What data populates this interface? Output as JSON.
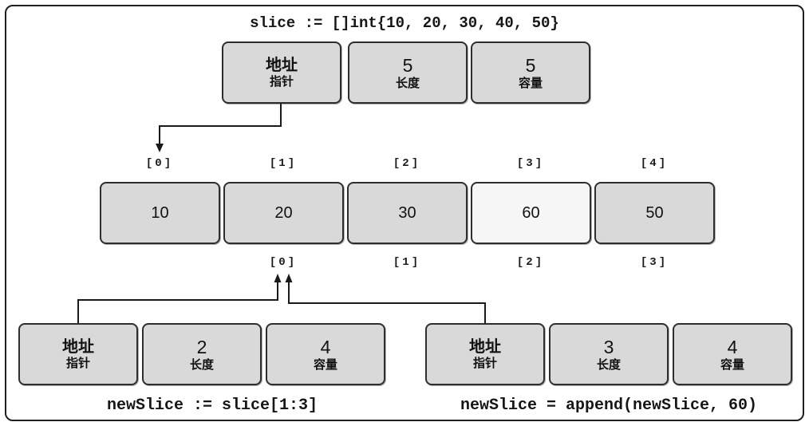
{
  "diagram": {
    "title_code": "slice := []int{10, 20, 30, 40, 50}",
    "slice_header": {
      "pointer": {
        "value": "地址",
        "label": "指针"
      },
      "length": {
        "value": "5",
        "label": "长度"
      },
      "capacity": {
        "value": "5",
        "label": "容量"
      }
    },
    "array": {
      "top_indices": [
        "[0]",
        "[1]",
        "[2]",
        "[3]",
        "[4]"
      ],
      "cells": [
        {
          "value": "10",
          "highlight": false
        },
        {
          "value": "20",
          "highlight": false
        },
        {
          "value": "30",
          "highlight": false
        },
        {
          "value": "60",
          "highlight": true
        },
        {
          "value": "50",
          "highlight": false
        }
      ],
      "bottom_indices": [
        "[0]",
        "[1]",
        "[2]",
        "[3]"
      ]
    },
    "new_slice_header": {
      "pointer": {
        "value": "地址",
        "label": "指针"
      },
      "length": {
        "value": "2",
        "label": "长度"
      },
      "capacity": {
        "value": "4",
        "label": "容量"
      },
      "caption": "newSlice := slice[1:3]"
    },
    "appended_slice_header": {
      "pointer": {
        "value": "地址",
        "label": "指针"
      },
      "length": {
        "value": "3",
        "label": "长度"
      },
      "capacity": {
        "value": "4",
        "label": "容量"
      },
      "caption": "newSlice = append(newSlice, 60)"
    },
    "colors": {
      "box_fill": "#d9d9d9",
      "box_fill_highlight": "#f6f6f6",
      "box_border": "#2e2e2e",
      "arrow": "#1a1a1a"
    }
  }
}
